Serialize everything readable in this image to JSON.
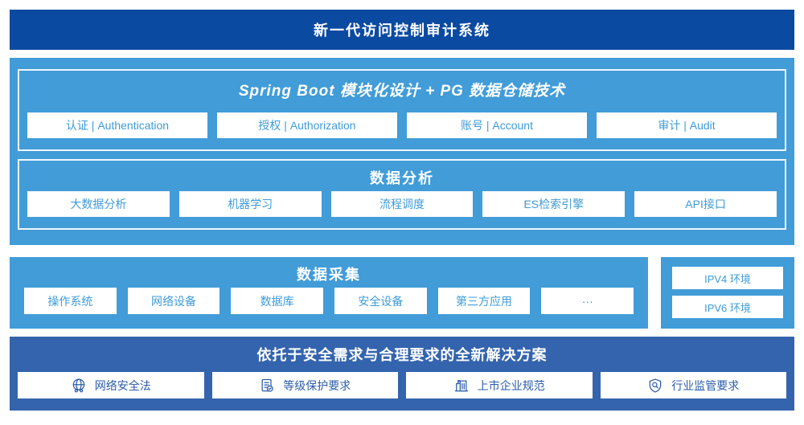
{
  "banner": {
    "title": "新一代访问控制审计系统"
  },
  "colors": {
    "header_blue": "#0B4AA1",
    "light_blue": "#419CD8",
    "solution_blue": "#3464AD",
    "box_text_light": "#3F9BD8",
    "box_text_dark": "#2B5CA8",
    "box_bg": "#FFFFFF"
  },
  "platform": {
    "spring_section": {
      "title": "Spring Boot 模块化设计 + PG 数据仓储技术",
      "modules": [
        {
          "label": "认证 | Authentication"
        },
        {
          "label": "授权 | Authorization"
        },
        {
          "label": "账号 | Account"
        },
        {
          "label": "审计 | Audit"
        }
      ]
    },
    "analysis_section": {
      "title": "数据分析",
      "modules": [
        {
          "label": "大数据分析"
        },
        {
          "label": "机器学习"
        },
        {
          "label": "流程调度"
        },
        {
          "label": "ES检索引擎"
        },
        {
          "label": "API接口"
        }
      ]
    }
  },
  "collection": {
    "title": "数据采集",
    "sources": [
      "操作系统",
      "网络设备",
      "数据库",
      "安全设备",
      "第三方应用",
      "···"
    ]
  },
  "network_env": {
    "items": [
      "IPV4 环境",
      "IPV6 环境"
    ]
  },
  "solution": {
    "title": "依托于安全需求与合理要求的全新解决方案",
    "items": [
      {
        "icon": "globe-icon",
        "label": "网络安全法"
      },
      {
        "icon": "document-check-icon",
        "label": "等级保护要求"
      },
      {
        "icon": "building-icon",
        "label": "上市企业规范"
      },
      {
        "icon": "shield-search-icon",
        "label": "行业监管要求"
      }
    ]
  }
}
